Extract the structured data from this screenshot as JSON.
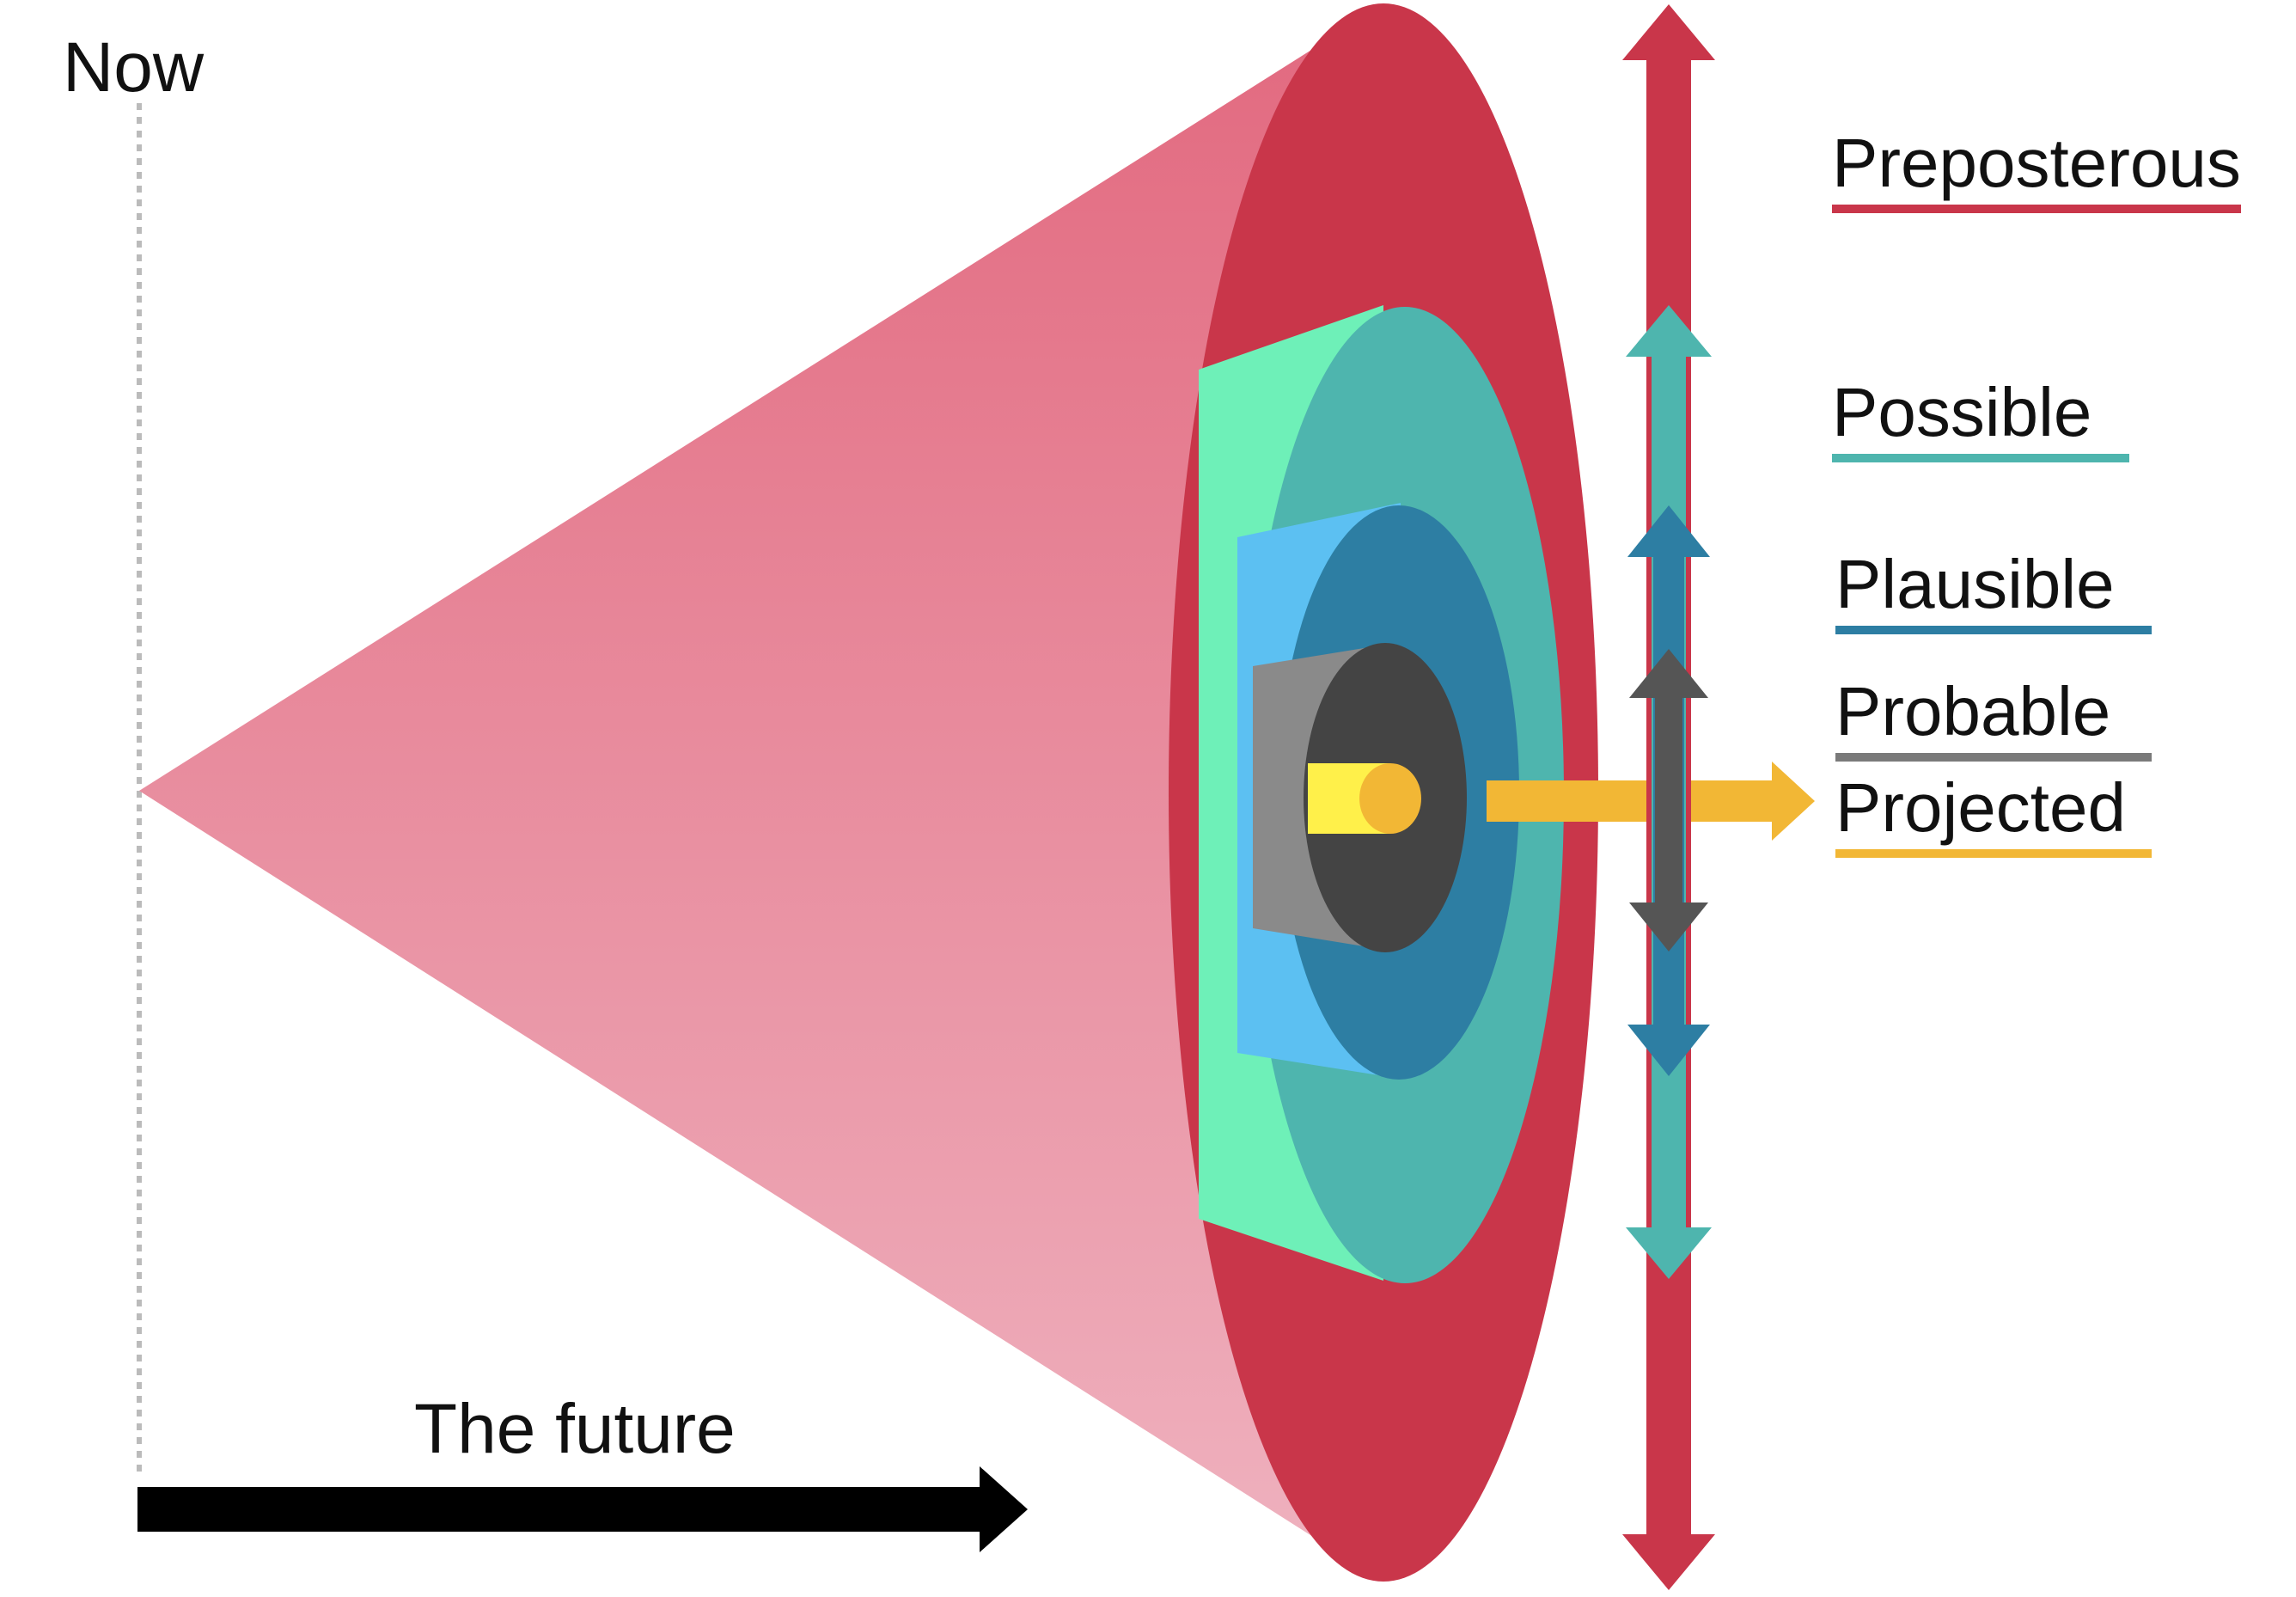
{
  "labels": {
    "now": "Now",
    "future": "The future"
  },
  "categories": [
    {
      "id": "preposterous",
      "label": "Preposterous",
      "color": "#c9364a"
    },
    {
      "id": "possible",
      "label": "Possible",
      "color": "#4eb5ae"
    },
    {
      "id": "plausible",
      "label": "Plausible",
      "color": "#2d7ea3"
    },
    {
      "id": "probable",
      "label": "Probable",
      "color": "#555555"
    },
    {
      "id": "projected",
      "label": "Projected",
      "color": "#f2b735"
    }
  ],
  "colors": {
    "cone_top": "#e2697f",
    "cone_bottom": "#efb2bf",
    "preposterous_face": "#c9364a",
    "possible_face": "#4eb5ae",
    "possible_side": "#6ef0b8",
    "plausible_face": "#2d7ea3",
    "plausible_side": "#5cc0f2",
    "probable_face": "#444444",
    "probable_side": "#8a8a8a",
    "projected_face": "#f2b735",
    "projected_side": "#fff04a",
    "timeline_arrow": "#000000",
    "now_line": "#bbbbbb"
  }
}
